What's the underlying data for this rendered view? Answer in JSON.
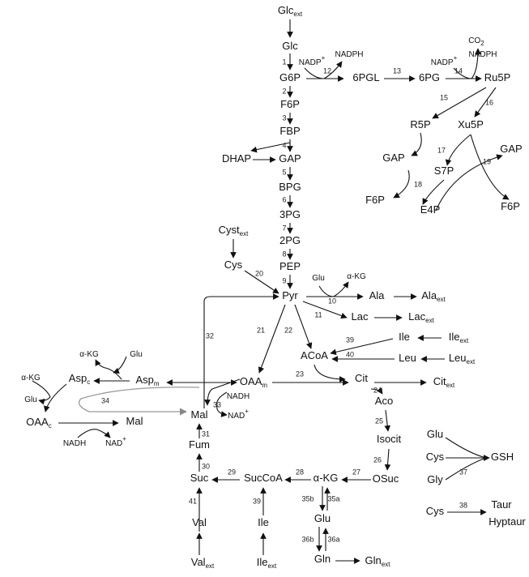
{
  "metabolites": {
    "glc_ext": {
      "base": "Glc",
      "sub": "ext"
    },
    "glc": {
      "base": "Glc"
    },
    "g6p": {
      "base": "G6P"
    },
    "f6p": {
      "base": "F6P"
    },
    "fbp": {
      "base": "FBP"
    },
    "dhap": {
      "base": "DHAP"
    },
    "gap": {
      "base": "GAP"
    },
    "bpg": {
      "base": "BPG"
    },
    "pg3": {
      "base": "3PG"
    },
    "pg2": {
      "base": "2PG"
    },
    "pep": {
      "base": "PEP"
    },
    "pyr": {
      "base": "Pyr"
    },
    "pgl6": {
      "base": "6PGL"
    },
    "pg6": {
      "base": "6PG"
    },
    "ru5p": {
      "base": "Ru5P"
    },
    "r5p": {
      "base": "R5P"
    },
    "xu5p": {
      "base": "Xu5P"
    },
    "gap_ppp1": {
      "base": "GAP"
    },
    "s7p": {
      "base": "S7P"
    },
    "gap_ppp2": {
      "base": "GAP"
    },
    "f6p_ppp1": {
      "base": "F6P"
    },
    "e4p": {
      "base": "E4P"
    },
    "f6p_ppp2": {
      "base": "F6P"
    },
    "cyst_ext": {
      "base": "Cyst",
      "sub": "ext"
    },
    "cys": {
      "base": "Cys"
    },
    "ala": {
      "base": "Ala"
    },
    "ala_ext": {
      "base": "Ala",
      "sub": "ext"
    },
    "lac": {
      "base": "Lac"
    },
    "lac_ext": {
      "base": "Lac",
      "sub": "ext"
    },
    "ile": {
      "base": "Ile"
    },
    "ile_ext": {
      "base": "Ile",
      "sub": "ext"
    },
    "leu": {
      "base": "Leu"
    },
    "leu_ext": {
      "base": "Leu",
      "sub": "ext"
    },
    "acoa": {
      "base": "ACoA"
    },
    "oaa_m": {
      "base": "OAA",
      "sub": "m"
    },
    "cit": {
      "base": "Cit"
    },
    "cit_ext": {
      "base": "Cit",
      "sub": "ext"
    },
    "aco": {
      "base": "Aco"
    },
    "isocit": {
      "base": "Isocit"
    },
    "osuc": {
      "base": "OSuc"
    },
    "akg": {
      "base": "α-KG"
    },
    "glu": {
      "base": "Glu"
    },
    "gln": {
      "base": "Gln"
    },
    "gln_ext": {
      "base": "Gln",
      "sub": "ext"
    },
    "succoa": {
      "base": "SucCoA"
    },
    "suc": {
      "base": "Suc"
    },
    "fum": {
      "base": "Fum"
    },
    "mal": {
      "base": "Mal"
    },
    "mal_c": {
      "base": "Mal"
    },
    "asp_m": {
      "base": "Asp",
      "sub": "m"
    },
    "asp_c": {
      "base": "Asp",
      "sub": "c"
    },
    "oaa_c": {
      "base": "OAA",
      "sub": "c"
    },
    "val": {
      "base": "Val"
    },
    "val_ext": {
      "base": "Val",
      "sub": "ext"
    },
    "ile2": {
      "base": "Ile"
    },
    "ile2_ext": {
      "base": "Ile",
      "sub": "ext"
    },
    "gsh_glu": {
      "base": "Glu"
    },
    "gsh_cys": {
      "base": "Cys"
    },
    "gsh_gly": {
      "base": "Gly"
    },
    "gsh": {
      "base": "GSH"
    },
    "taur_cys": {
      "base": "Cys"
    },
    "taur": {
      "base": "Taur"
    },
    "hyptaur": {
      "base": "Hyptaur"
    }
  },
  "cofactors": {
    "nadp1": {
      "base": "NADP",
      "sup": "+"
    },
    "nadph1": {
      "base": "NADPH"
    },
    "nadp2": {
      "base": "NADP",
      "sup": "+"
    },
    "co2": {
      "base": "CO",
      "sub": "2"
    },
    "nadph2": {
      "base": "NADPH"
    },
    "glu_ala": {
      "base": "Glu"
    },
    "akg_ala": {
      "base": "α-KG"
    },
    "nadh_m": {
      "base": "NADH"
    },
    "nad_m": {
      "base": "NAD",
      "sup": "+"
    },
    "akg_asp": {
      "base": "α-KG"
    },
    "glu_asp": {
      "base": "Glu"
    },
    "akg_c": {
      "base": "α-KG"
    },
    "glu_c": {
      "base": "Glu"
    },
    "nadh_c": {
      "base": "NADH"
    },
    "nad_c": {
      "base": "NAD",
      "sup": "+"
    }
  },
  "reactions": [
    "1",
    "2",
    "3",
    "4",
    "5",
    "6",
    "7",
    "8",
    "9",
    "10",
    "11",
    "12",
    "13",
    "14",
    "15",
    "16",
    "17",
    "18",
    "19",
    "20",
    "21",
    "22",
    "23",
    "24",
    "25",
    "26",
    "27",
    "28",
    "29",
    "30",
    "31",
    "32",
    "33",
    "34",
    "35a",
    "35b",
    "36a",
    "36b",
    "37",
    "38",
    "39",
    "39",
    "40",
    "41"
  ]
}
